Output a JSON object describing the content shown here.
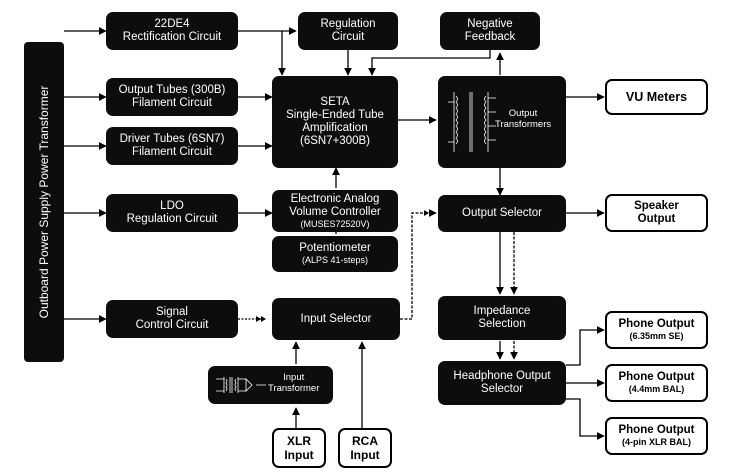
{
  "power_transformer": "Outboard Power Supply Power Transformer",
  "rectification": {
    "line1": "22DE4",
    "line2": "Rectification Circuit"
  },
  "output_filament": {
    "line1": "Output Tubes (300B)",
    "line2": "Filament Circuit"
  },
  "driver_filament": {
    "line1": "Driver Tubes (6SN7)",
    "line2": "Filament Circuit"
  },
  "ldo": {
    "line1": "LDO",
    "line2": "Regulation Circuit"
  },
  "signal_control": {
    "line1": "Signal",
    "line2": "Control Circuit"
  },
  "regulation": {
    "line1": "Regulation",
    "line2": "Circuit"
  },
  "seta": {
    "line1": "SETA",
    "line2": "Single-Ended Tube",
    "line3": "Amplification",
    "line4": "(6SN7+300B)"
  },
  "volume_controller": {
    "line1": "Electronic Analog",
    "line2": "Volume Controller",
    "line3": "(MUSES72520V)"
  },
  "potentiometer": {
    "line1": "Potentiometer",
    "line2": "(ALPS 41-steps)"
  },
  "input_selector": "Input Selector",
  "input_transformer": {
    "line1": "Input",
    "line2": "Transformer"
  },
  "xlr_input": {
    "line1": "XLR",
    "line2": "Input"
  },
  "rca_input": {
    "line1": "RCA",
    "line2": "Input"
  },
  "negative_feedback": {
    "line1": "Negative",
    "line2": "Feedback"
  },
  "output_transformers": {
    "line1": "Output",
    "line2": "Transformers"
  },
  "output_selector": "Output Selector",
  "impedance_selection": {
    "line1": "Impedance",
    "line2": "Selection"
  },
  "headphone_selector": {
    "line1": "Headphone Output",
    "line2": "Selector"
  },
  "vu_meters": "VU Meters",
  "speaker_output": {
    "line1": "Speaker",
    "line2": "Output"
  },
  "phone_se": {
    "line1": "Phone Output",
    "line2": "(6.35mm SE)"
  },
  "phone_bal44": {
    "line1": "Phone Output",
    "line2": "(4.4mm BAL)"
  },
  "phone_xlr": {
    "line1": "Phone Output",
    "line2": "(4-pin XLR BAL)"
  }
}
